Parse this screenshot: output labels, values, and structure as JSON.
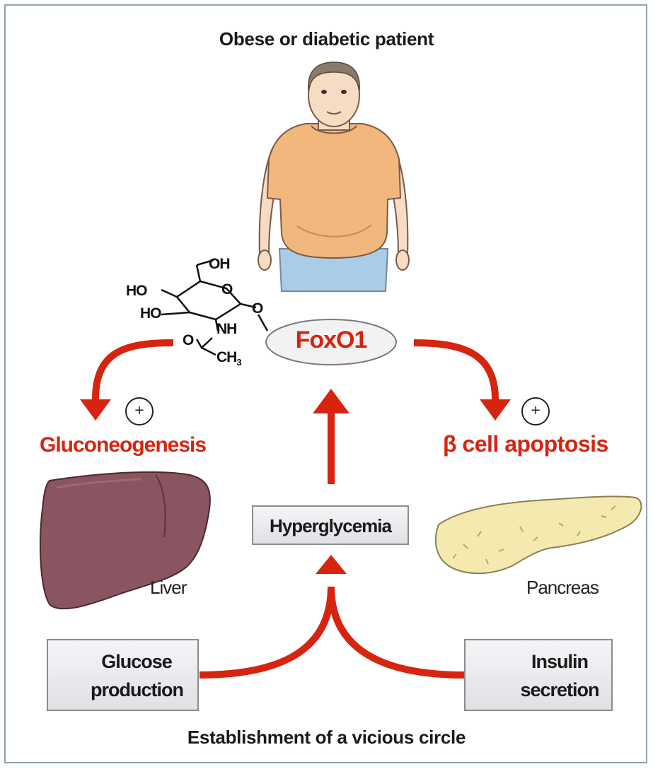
{
  "title": "Obese or diabetic patient",
  "footer": "Establishment of a vicious circle",
  "center_node": "FoxO1",
  "molecule": {
    "oh_top": "OH",
    "ho_1": "HO",
    "ho_2": "HO",
    "ring_o": "O",
    "link_o": "O",
    "nh": "NH",
    "acetyl_o": "O",
    "ch3": "CH",
    "ch3_sub": "3"
  },
  "left_effect": {
    "label": "Gluconeogenesis",
    "sign": "+"
  },
  "right_effect": {
    "label": "β cell apoptosis",
    "sign": "+"
  },
  "organs": {
    "liver": "Liver",
    "pancreas": "Pancreas"
  },
  "hyperglycemia": "Hyperglycemia",
  "glucose_box": {
    "line1": "Glucose",
    "line2": "production"
  },
  "insulin_box": {
    "line1": "Insulin",
    "line2": "secretion"
  },
  "colors": {
    "arrow": "#d62410",
    "liver": "#8a5560",
    "pancreas": "#f4eab0",
    "shirt": "#f2b77c",
    "jeans": "#a9cde6",
    "skin": "#f6dcc2"
  },
  "icons": [
    "patient-figure",
    "liver-organ",
    "pancreas-organ",
    "up-arrow-icon",
    "down-arrow-icon"
  ]
}
